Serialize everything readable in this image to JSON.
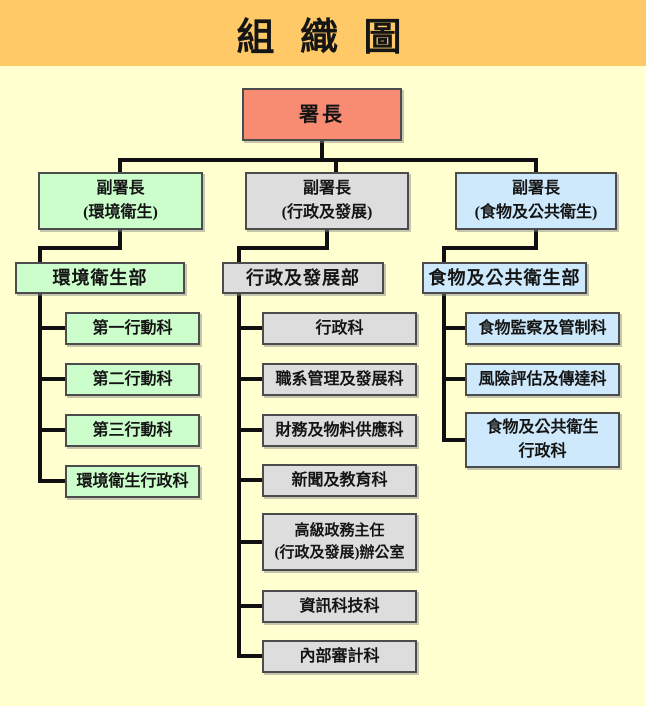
{
  "banner": {
    "title": "組 織 圖"
  },
  "colors": {
    "banner_bg": "#FEC966",
    "page_bg": "#FFFFCF",
    "director_fill": "#F88C73",
    "env_fill": "#CCFECC",
    "admin_fill": "#DDDDDD",
    "food_fill": "#CDE9FB",
    "line": "#101010"
  },
  "chart": {
    "root": {
      "label": "署長"
    },
    "branches": [
      {
        "name": "environmental-hygiene",
        "deputy": "副署長\n(環境衛生)",
        "department": "環境衛生部",
        "divisions": [
          "第一行動科",
          "第二行動科",
          "第三行動科",
          "環境衛生行政科"
        ]
      },
      {
        "name": "administration-development",
        "deputy": "副署長\n(行政及發展)",
        "department": "行政及發展部",
        "divisions": [
          "行政科",
          "職系管理及發展科",
          "財務及物料供應科",
          "新聞及教育科",
          "高級政務主任\n(行政及發展)辦公室",
          "資訊科技科",
          "內部審計科"
        ]
      },
      {
        "name": "food-public-health",
        "deputy": "副署長\n(食物及公共衛生)",
        "department": "食物及公共衛生部",
        "divisions": [
          "食物監察及管制科",
          "風險評估及傳達科",
          "食物及公共衛生\n行政科"
        ]
      }
    ]
  }
}
